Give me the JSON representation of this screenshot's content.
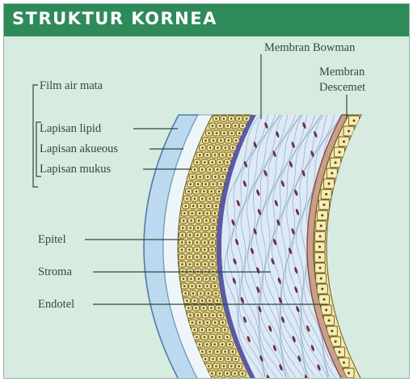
{
  "title": "STRUKTUR KORNEA",
  "labels": {
    "membran_bowman": "Membran Bowman",
    "membran_descemet_line1": "Membran",
    "membran_descemet_line2": "Descemet",
    "film_air_mata": "Film air mata",
    "lapisan_lipid": "Lapisan lipid",
    "lapisan_akueous": "Lapisan akueous",
    "lapisan_mukus": "Lapisan mukus",
    "epitel": "Epitel",
    "stroma": "Stroma",
    "endotel": "Endotel"
  },
  "colors": {
    "header": "#2f8a5a",
    "background": "#d8ebe1",
    "tear_film": "#bcd9ef",
    "epithelium": "#e9dc8e",
    "stroma": "#dde9f5",
    "bowman_membrane": "#5a5aa6",
    "descemet_membrane": "#8b4a4a",
    "endothelium": "#f3e6a6",
    "text": "#2f4a3c"
  }
}
